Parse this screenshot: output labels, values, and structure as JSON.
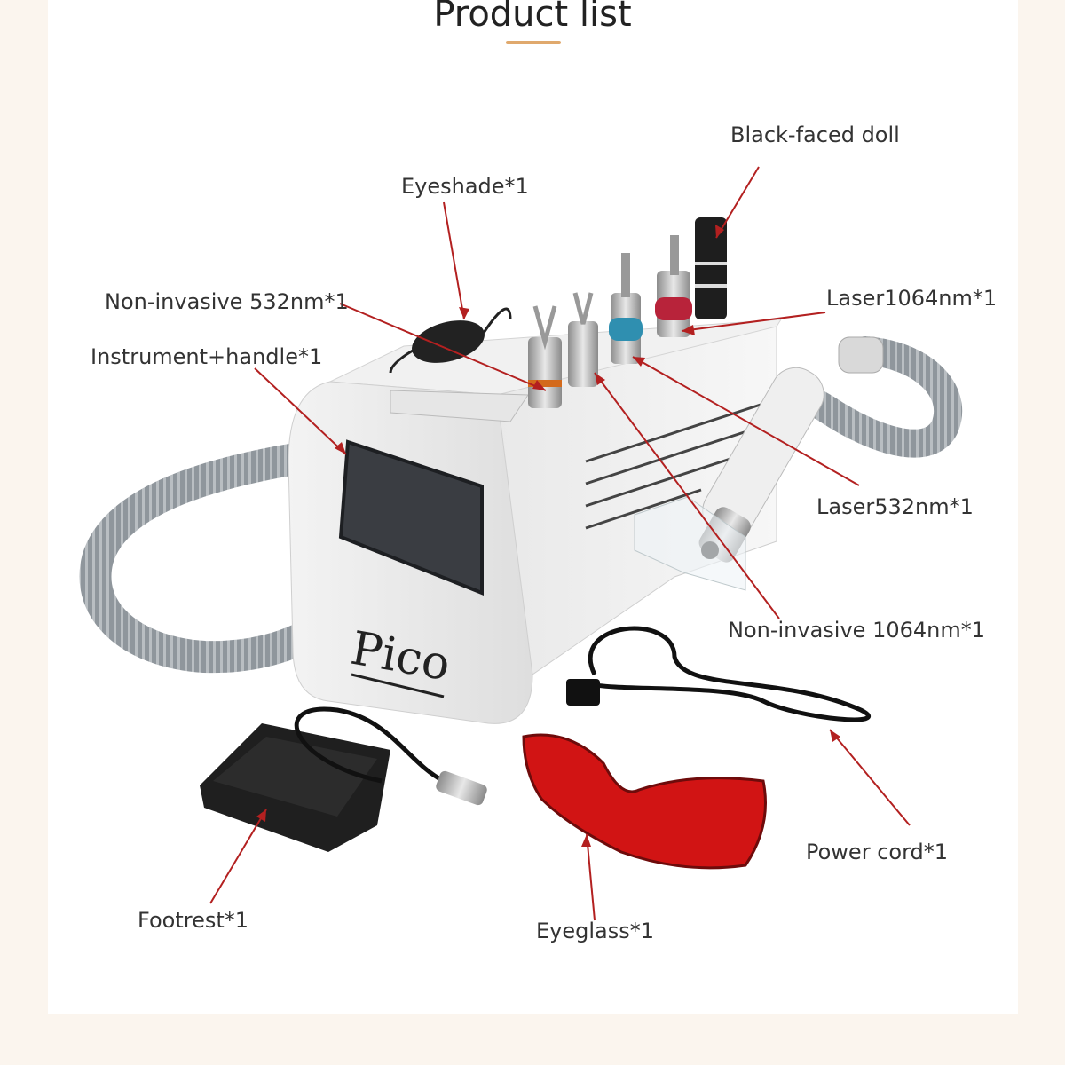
{
  "page": {
    "title": "Product list",
    "accent_color": "#e0a96d",
    "pointer_color": "#b32020",
    "brand_text": "Pico"
  },
  "labels": {
    "black_faced_doll": "Black-faced doll",
    "eyeshade": "Eyeshade*1",
    "non_invasive_532": "Non-invasive 532nm*1",
    "instrument_handle": "Instrument+handle*1",
    "laser_1064": "Laser1064nm*1",
    "laser_532": "Laser532nm*1",
    "non_invasive_1064": "Non-invasive 1064nm*1",
    "power_cord": "Power cord*1",
    "footrest": "Footrest*1",
    "eyeglass": "Eyeglass*1"
  }
}
